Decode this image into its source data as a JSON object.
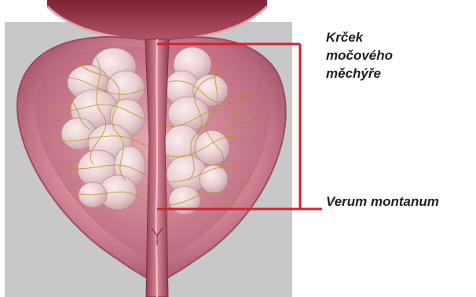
{
  "labels": {
    "bladder_neck": [
      "Krček",
      "močového",
      "měchýře"
    ],
    "verum_montanum": "Verum montanum"
  },
  "colors": {
    "leader_line": "#d4202c",
    "background_panel": "#c9c9c9",
    "capsule": "#d9899a",
    "capsule_dark": "#a84e63",
    "urethra": "#b85468",
    "adenoma_tissue": "#eedbd8",
    "nerves": "#b8942e"
  }
}
